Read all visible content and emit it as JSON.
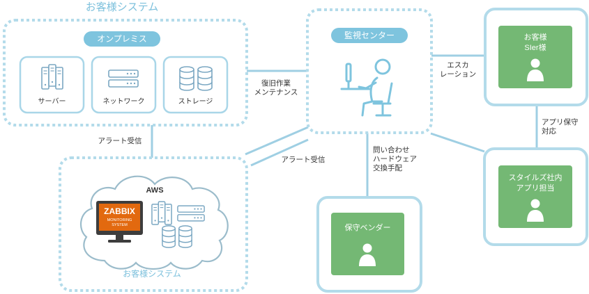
{
  "header": {
    "title": "お客様システム"
  },
  "onprem": {
    "label": "オンプレミス",
    "items": [
      {
        "label": "サーバー",
        "icon": "server-icon"
      },
      {
        "label": "ネットワーク",
        "icon": "network-icon"
      },
      {
        "label": "ストレージ",
        "icon": "storage-icon"
      }
    ]
  },
  "monitoring_center": {
    "label": "監視センター",
    "icon": "operator-at-desk-icon"
  },
  "aws": {
    "label": "AWS",
    "zabbix": {
      "name": "ZABBIX",
      "subtitle": [
        "MONITORING",
        "SYSTEM"
      ]
    },
    "caption": "お客様システム",
    "icons": [
      "zabbix-monitor-icon",
      "server-icon",
      "network-icon",
      "storage-icon"
    ]
  },
  "contacts": {
    "customer_sier": {
      "lines": [
        "お客様",
        "SIer様"
      ],
      "icon": "person-icon"
    },
    "styles_internal": {
      "lines": [
        "スタイルズ社内",
        "アプリ担当"
      ],
      "icon": "person-icon"
    },
    "maintenance_vendor": {
      "lines": [
        "保守ベンダー"
      ],
      "icon": "person-icon"
    }
  },
  "connections": {
    "recovery": [
      "復旧作業",
      "メンテナンス"
    ],
    "alert_onprem": "アラート受信",
    "alert_aws": "アラート受信",
    "escalation": [
      "エスカ",
      "レーション"
    ],
    "app_maintenance": [
      "アプリ保守",
      "対応"
    ],
    "vendor_request": [
      "問い合わせ",
      "ハードウェア",
      "交換手配"
    ]
  },
  "colors": {
    "accent": "#7ec4de",
    "border": "#b3dbea",
    "contact_card": "#74b874",
    "zabbix": "#e2690f",
    "text": "#333333"
  }
}
